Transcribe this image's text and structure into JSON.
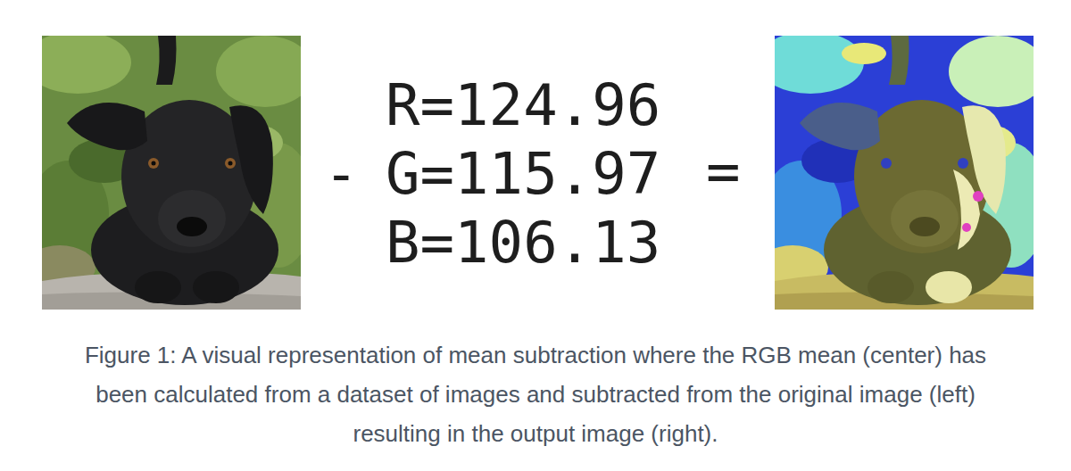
{
  "diagram": {
    "caption": "Figure 1: A visual representation of mean subtraction where the RGB mean (center) has been calculated from a dataset of images and subtracted from the original image (left) resulting in the output image (right).",
    "labels": [
      "R=124.96",
      "-",
      "G=115.97",
      "=",
      "B=106.13"
    ]
  }
}
